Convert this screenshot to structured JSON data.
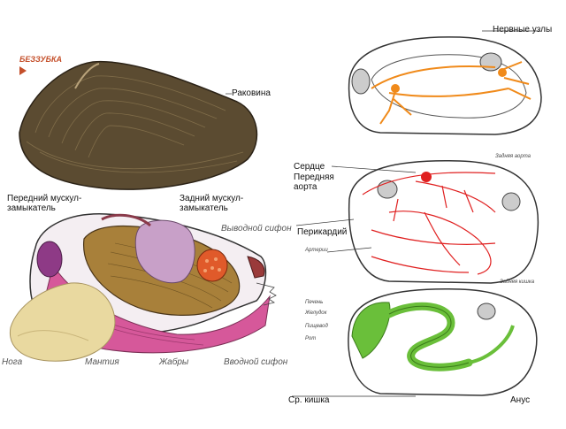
{
  "title": "БЕЗЗУБКА",
  "labels": {
    "shell": "Раковина",
    "anterior_adductor": "Передний мускул-\nзамыкатель",
    "posterior_adductor": "Задний мускул-\nзамыкатель",
    "excurrent_siphon": "Выводной сифон",
    "foot": "Нога",
    "mantle": "Мантия",
    "gills": "Жабры",
    "incurrent_siphon": "Вводной сифон",
    "nerve_ganglia": "Нервные узлы",
    "heart": "Сердце",
    "anterior_aorta": "Передняя\nаорта",
    "pericardium": "Перикардий",
    "arteries": "Артерии",
    "posterior_aorta": "Задняя аорта",
    "posterior_intestine": "Задняя кишка",
    "liver": "Печень",
    "stomach": "Желудок",
    "esophagus": "Пищевод",
    "mouth": "Рот",
    "midgut": "Ср. кишка",
    "anus": "Анус"
  },
  "colors": {
    "shell": "#5a4a30",
    "nerves": "#f08a1a",
    "vessels": "#e02020",
    "gut": "#6abf3a",
    "mantle": "#d6589a",
    "foot": "#e9d9a0",
    "title": "#c44f2a"
  }
}
